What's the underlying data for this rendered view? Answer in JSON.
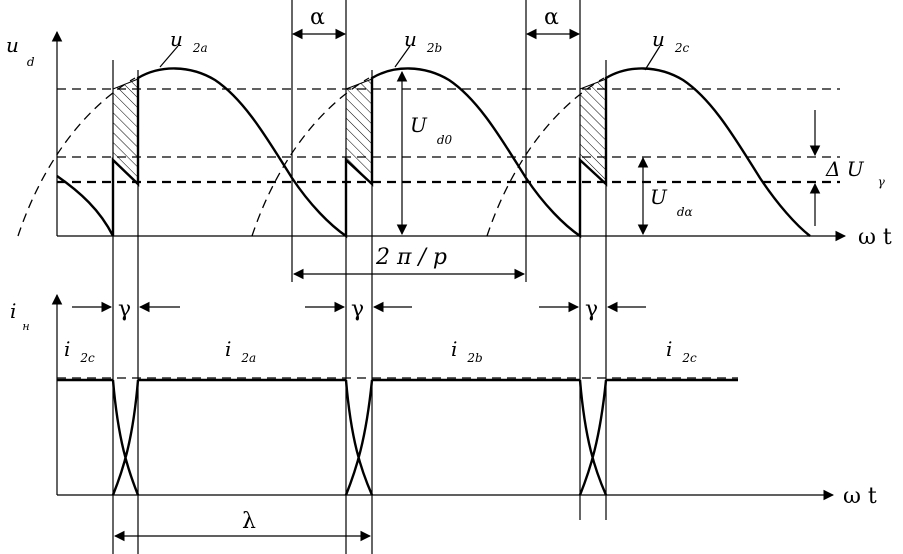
{
  "upper_plot": {
    "y_axis_label": "u",
    "y_axis_sub": "d",
    "x_axis_label": "ω t",
    "curve_labels": [
      {
        "main": "u",
        "sub": "2a"
      },
      {
        "main": "u",
        "sub": "2b"
      },
      {
        "main": "u",
        "sub": "2c"
      }
    ],
    "alpha_label": "α",
    "ud0_label": "U",
    "ud0_sub": "d0",
    "uda_label": "U",
    "uda_sub": "dα",
    "delta_u_label": "Δ U",
    "delta_u_sub": "γ",
    "period_label": "2 π / p"
  },
  "lower_plot": {
    "y_axis_label": "i",
    "y_axis_sub": "н",
    "x_axis_label": "ω t",
    "gamma_label": "γ",
    "current_labels": [
      {
        "main": "i",
        "sub": "2c"
      },
      {
        "main": "i",
        "sub": "2a"
      },
      {
        "main": "i",
        "sub": "2b"
      },
      {
        "main": "i",
        "sub": "2c"
      }
    ],
    "lambda_label": "λ"
  }
}
